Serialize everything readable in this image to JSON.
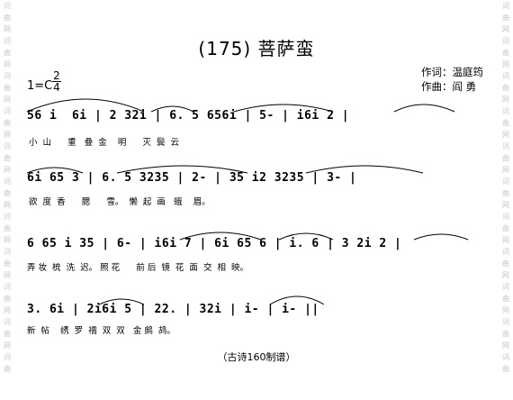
{
  "watermark": {
    "chars": [
      "词",
      "曲",
      "网",
      "词",
      "曲",
      "网",
      "词",
      "曲",
      "网",
      "词",
      "曲",
      "网",
      "词",
      "曲",
      "网",
      "词",
      "曲",
      "网",
      "词",
      "曲",
      "网",
      "词",
      "曲",
      "网",
      "词",
      "曲",
      "网",
      "词",
      "曲",
      "网",
      "词",
      "曲"
    ]
  },
  "title": "(175) 菩萨蛮",
  "key": "1=C",
  "meter": {
    "top": "2",
    "bottom": "4"
  },
  "lyricist": "作词：温庭筠",
  "composer": "作曲：阎  勇",
  "rows": [
    {
      "music": "56 i  6i | 2 32i | 6. 5 656i | 5- | i6i 2 |",
      "lyrics": "小  山      重   叠  金    明      灭  鬓  云"
    },
    {
      "music": "6i 65 3 | 6. 5 3235 | 2- | 35 i2 3235 | 3- |",
      "lyrics": "欲  度  香      腮      雪。  懒  起  画   蛾    眉。"
    },
    {
      "music": "6 65 i 35 | 6- | i6i 7 | 6i 65 6 | i. 6 | 3 2i 2 |",
      "lyrics": "弄 妆  梳  洗  迟。 照 花      前 后  镜  花  面  交  相  映。"
    },
    {
      "music": "3. 6i | 2i6i 5 | 22. | 32i | i- | i- ||",
      "lyrics": "新  帖    绣  罗  襦  双  双   金 鹧  鸪。"
    }
  ],
  "footer": "（古诗160制谱）"
}
